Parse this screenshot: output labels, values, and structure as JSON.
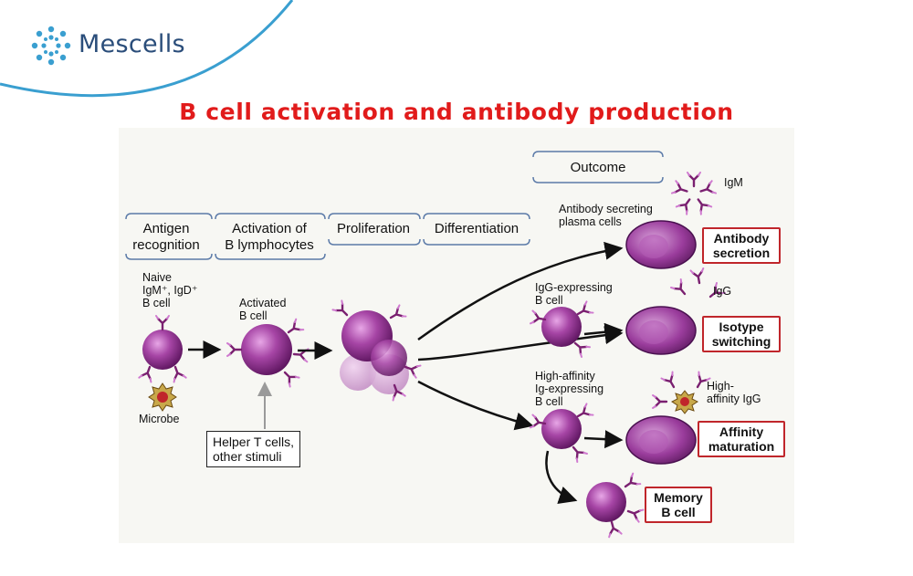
{
  "brand": {
    "name": "Mescells",
    "color": "#2a4d7a",
    "accent": "#3a9fd0"
  },
  "title": "B cell activation and antibody production",
  "stages": {
    "antigen_recognition": [
      "Antigen",
      "recognition"
    ],
    "activation": [
      "Activation of",
      "B lymphocytes"
    ],
    "proliferation": "Proliferation",
    "differentiation": "Differentiation",
    "outcome": "Outcome"
  },
  "labels": {
    "naive": [
      "Naive",
      "IgM⁺, IgD⁺",
      "B cell"
    ],
    "microbe": "Microbe",
    "activated": [
      "Activated",
      "B cell"
    ],
    "helper": [
      "Helper T cells,",
      "other stimuli"
    ],
    "plasma": [
      "Antibody secreting",
      "plasma cells"
    ],
    "igg_expressing": [
      "IgG-expressing",
      "B cell"
    ],
    "high_affinity": [
      "High-affinity",
      "Ig-expressing",
      "B cell"
    ],
    "igm": "IgM",
    "igg": "IgG",
    "high_affinity_igg": [
      "High-",
      "affinity IgG"
    ]
  },
  "outcomes": {
    "antibody_secretion": [
      "Antibody",
      "secretion"
    ],
    "isotype_switching": [
      "Isotype",
      "switching"
    ],
    "affinity_maturation": [
      "Affinity",
      "maturation"
    ],
    "memory": [
      "Memory",
      "B cell"
    ]
  },
  "colors": {
    "title": "#e11b1b",
    "cell": "#8a2a8c",
    "box_border": "#c0262b",
    "stage_line": "#5b7aa8"
  }
}
